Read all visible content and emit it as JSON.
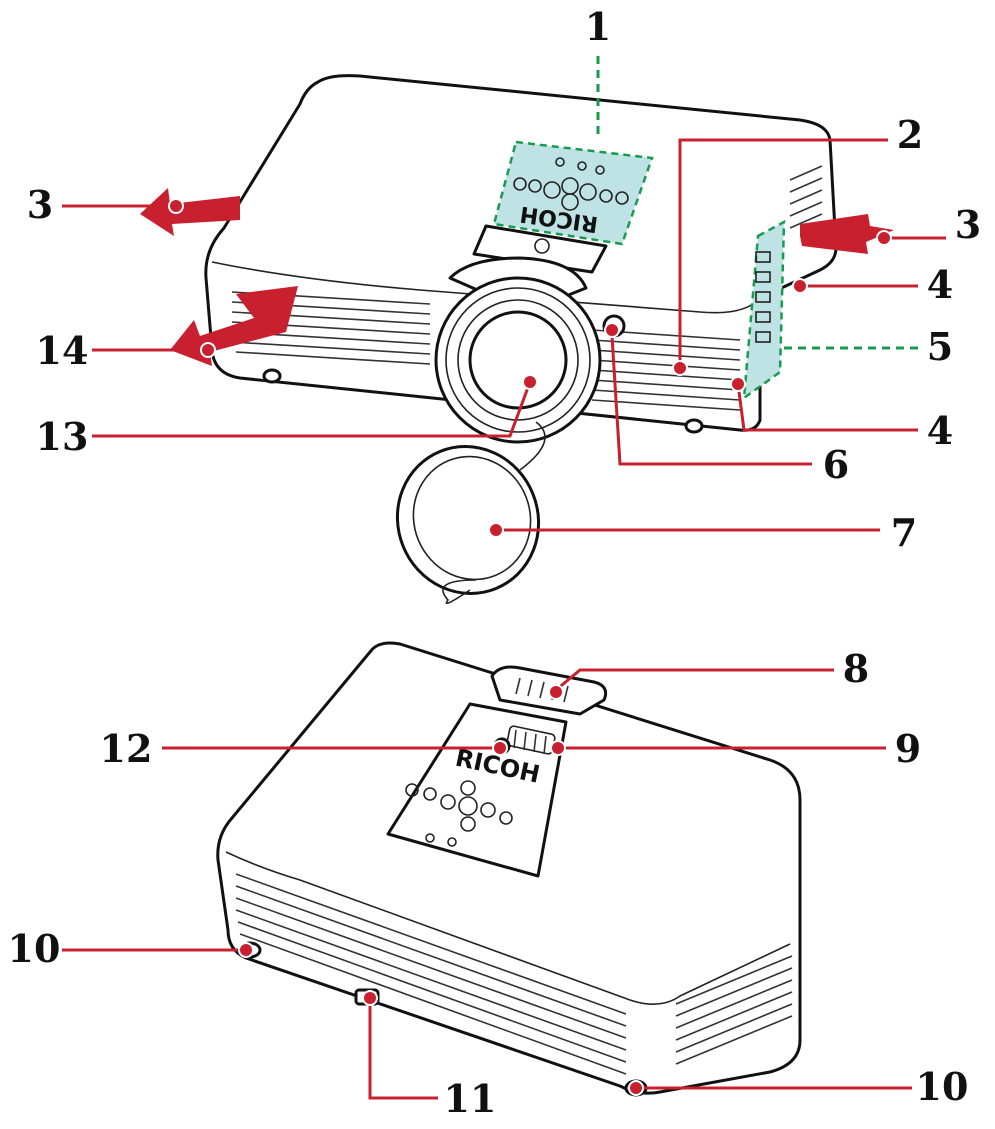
{
  "colors": {
    "leader": "#c8202f",
    "panel_highlight": "#bfe3e4",
    "dashed_guide": "#1a9a50",
    "outline": "#111111"
  },
  "brand_logo": "RICOH",
  "callouts": [
    {
      "id": "c1",
      "label": "1"
    },
    {
      "id": "c2",
      "label": "2"
    },
    {
      "id": "c3l",
      "label": "3"
    },
    {
      "id": "c3r",
      "label": "3"
    },
    {
      "id": "c4a",
      "label": "4"
    },
    {
      "id": "c5",
      "label": "5"
    },
    {
      "id": "c14",
      "label": "14"
    },
    {
      "id": "c13",
      "label": "13"
    },
    {
      "id": "c4b",
      "label": "4"
    },
    {
      "id": "c6",
      "label": "6"
    },
    {
      "id": "c7",
      "label": "7"
    },
    {
      "id": "c8",
      "label": "8"
    },
    {
      "id": "c12",
      "label": "12"
    },
    {
      "id": "c9",
      "label": "9"
    },
    {
      "id": "c10l",
      "label": "10"
    },
    {
      "id": "c11",
      "label": "11"
    },
    {
      "id": "c10r",
      "label": "10"
    }
  ]
}
